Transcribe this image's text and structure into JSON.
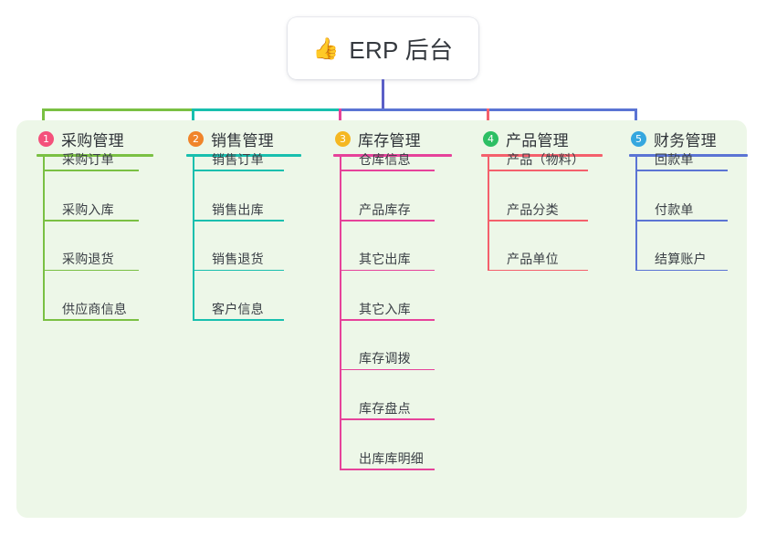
{
  "diagram": {
    "type": "mind-map",
    "root": {
      "icon": "thumbs-up-icon",
      "icon_glyph": "👍",
      "title": "ERP 后台"
    },
    "palette": {
      "panel_background": "#edf7e8",
      "page_background": "#ffffff",
      "root_connector": "#5b5fc7",
      "text": "#3a3f45"
    },
    "columns": [
      {
        "index": "1",
        "badge_label": "1",
        "badge_color": "#f4517b",
        "line_color": "#7ac043",
        "title": "采购管理",
        "items": [
          "采购订单",
          "采购入库",
          "采购退货",
          "供应商信息"
        ]
      },
      {
        "index": "2",
        "badge_label": "2",
        "badge_color": "#f0842a",
        "line_color": "#18bfae",
        "title": "销售管理",
        "items": [
          "销售订单",
          "销售出库",
          "销售退货",
          "客户信息"
        ]
      },
      {
        "index": "3",
        "badge_label": "3",
        "badge_color": "#f5b721",
        "line_color": "#e6429a",
        "title": "库存管理",
        "items": [
          "仓库信息",
          "产品库存",
          "其它出库",
          "其它入库",
          "库存调拨",
          "库存盘点",
          "出库库明细"
        ]
      },
      {
        "index": "4",
        "badge_label": "4",
        "badge_color": "#2dbf64",
        "line_color": "#f4606c",
        "title": "产品管理",
        "items": [
          "产品（物料）",
          "产品分类",
          "产品单位"
        ]
      },
      {
        "index": "5",
        "badge_label": "5",
        "badge_color": "#35a7df",
        "line_color": "#5b74d4",
        "title": "财务管理",
        "items": [
          "回款单",
          "付款单",
          "结算账户"
        ]
      }
    ]
  }
}
